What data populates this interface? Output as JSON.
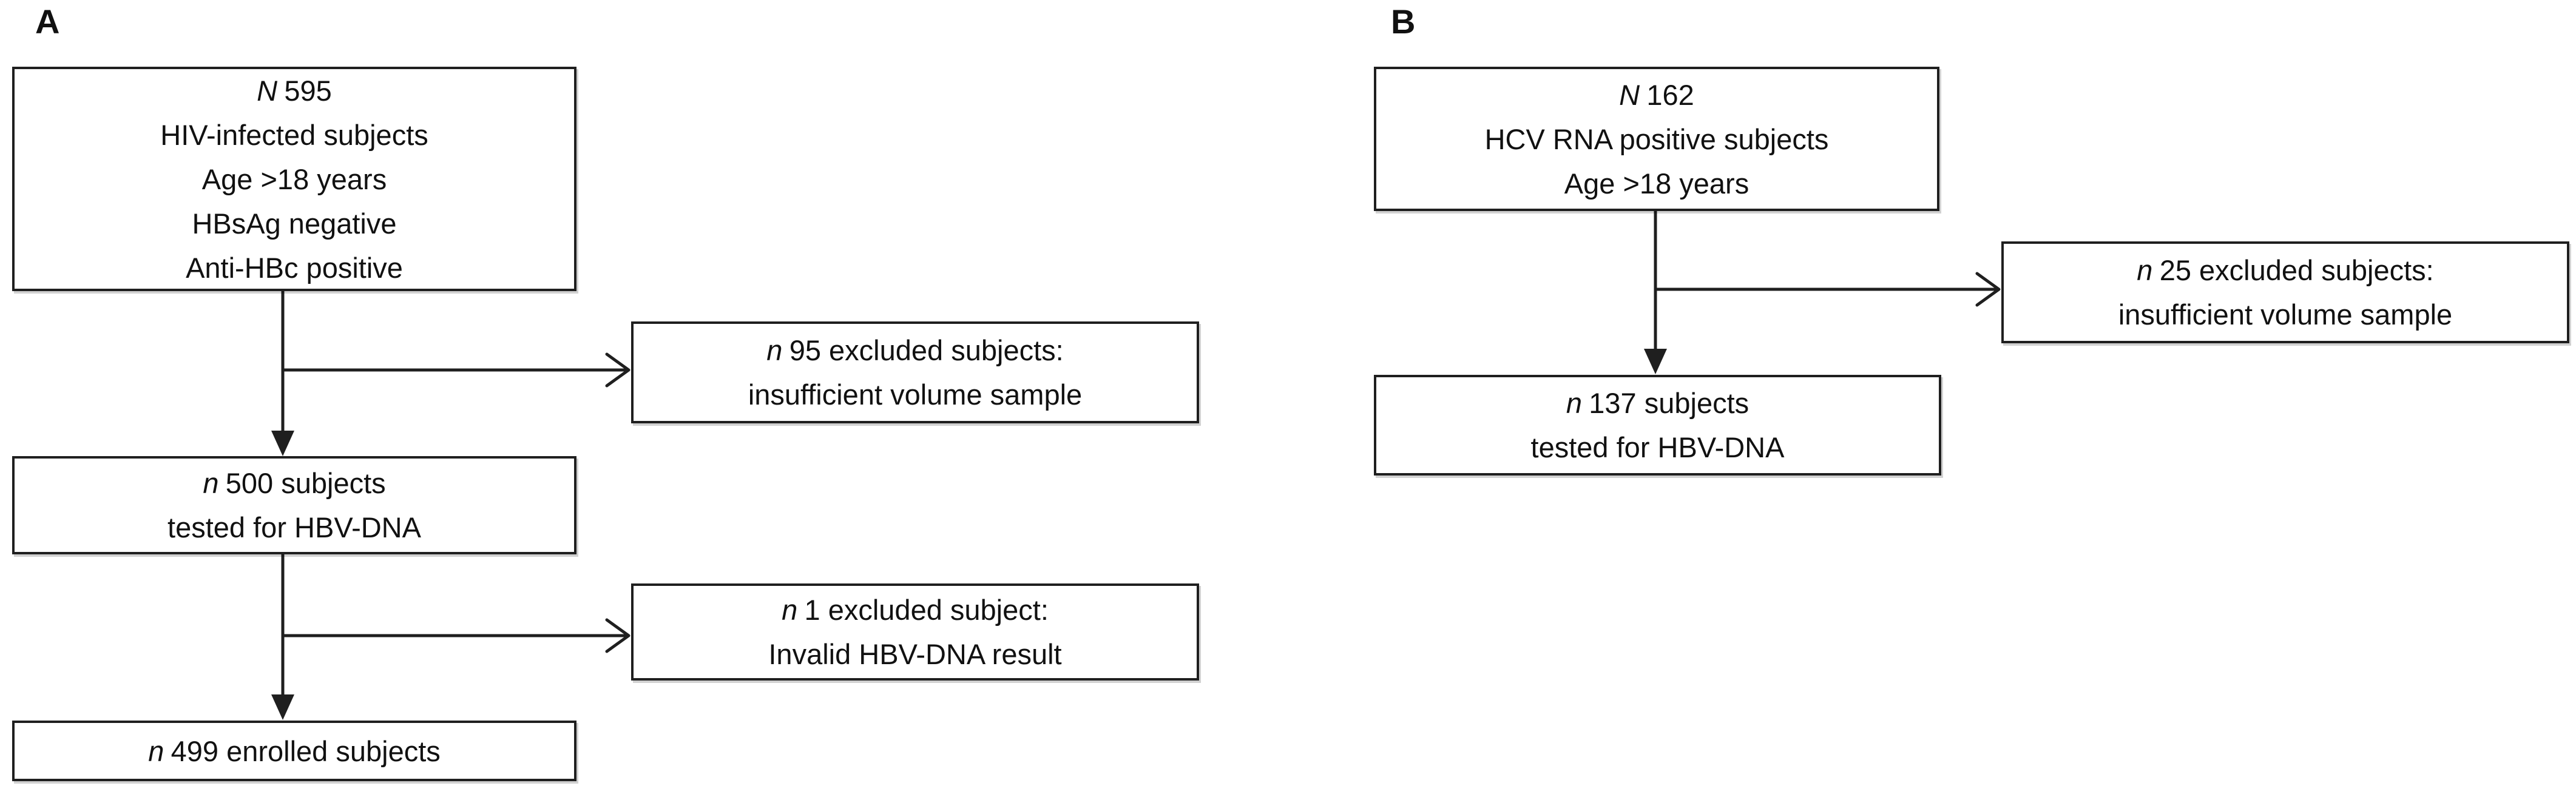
{
  "colors": {
    "line": "#1f1f1f",
    "background": "#ffffff"
  },
  "panel_a": {
    "label": "A",
    "population": {
      "n_symbol": "N",
      "first_line": "595",
      "lines": [
        "HIV-infected subjects",
        "Age >18 years",
        "HBsAg negative",
        "Anti-HBc positive"
      ]
    },
    "excluded_insufficient": {
      "n_symbol": "n",
      "first_line": "95 excluded subjects:",
      "lines": [
        "insufficient volume sample"
      ]
    },
    "tested": {
      "n_symbol": "n",
      "first_line": "500 subjects",
      "lines": [
        "tested for HBV-DNA"
      ]
    },
    "excluded_invalid": {
      "n_symbol": "n",
      "first_line": "1 excluded subject:",
      "lines": [
        "Invalid HBV-DNA result"
      ]
    },
    "enrolled": {
      "n_symbol": "n",
      "first_line": "499 enrolled subjects",
      "lines": []
    }
  },
  "panel_b": {
    "label": "B",
    "population": {
      "n_symbol": "N",
      "first_line": "162",
      "lines": [
        "HCV RNA positive subjects",
        "Age >18 years"
      ]
    },
    "excluded_insufficient": {
      "n_symbol": "n",
      "first_line": "25 excluded subjects:",
      "lines": [
        "insufficient volume sample"
      ]
    },
    "tested": {
      "n_symbol": "n",
      "first_line": "137 subjects",
      "lines": [
        "tested for HBV-DNA"
      ]
    }
  }
}
